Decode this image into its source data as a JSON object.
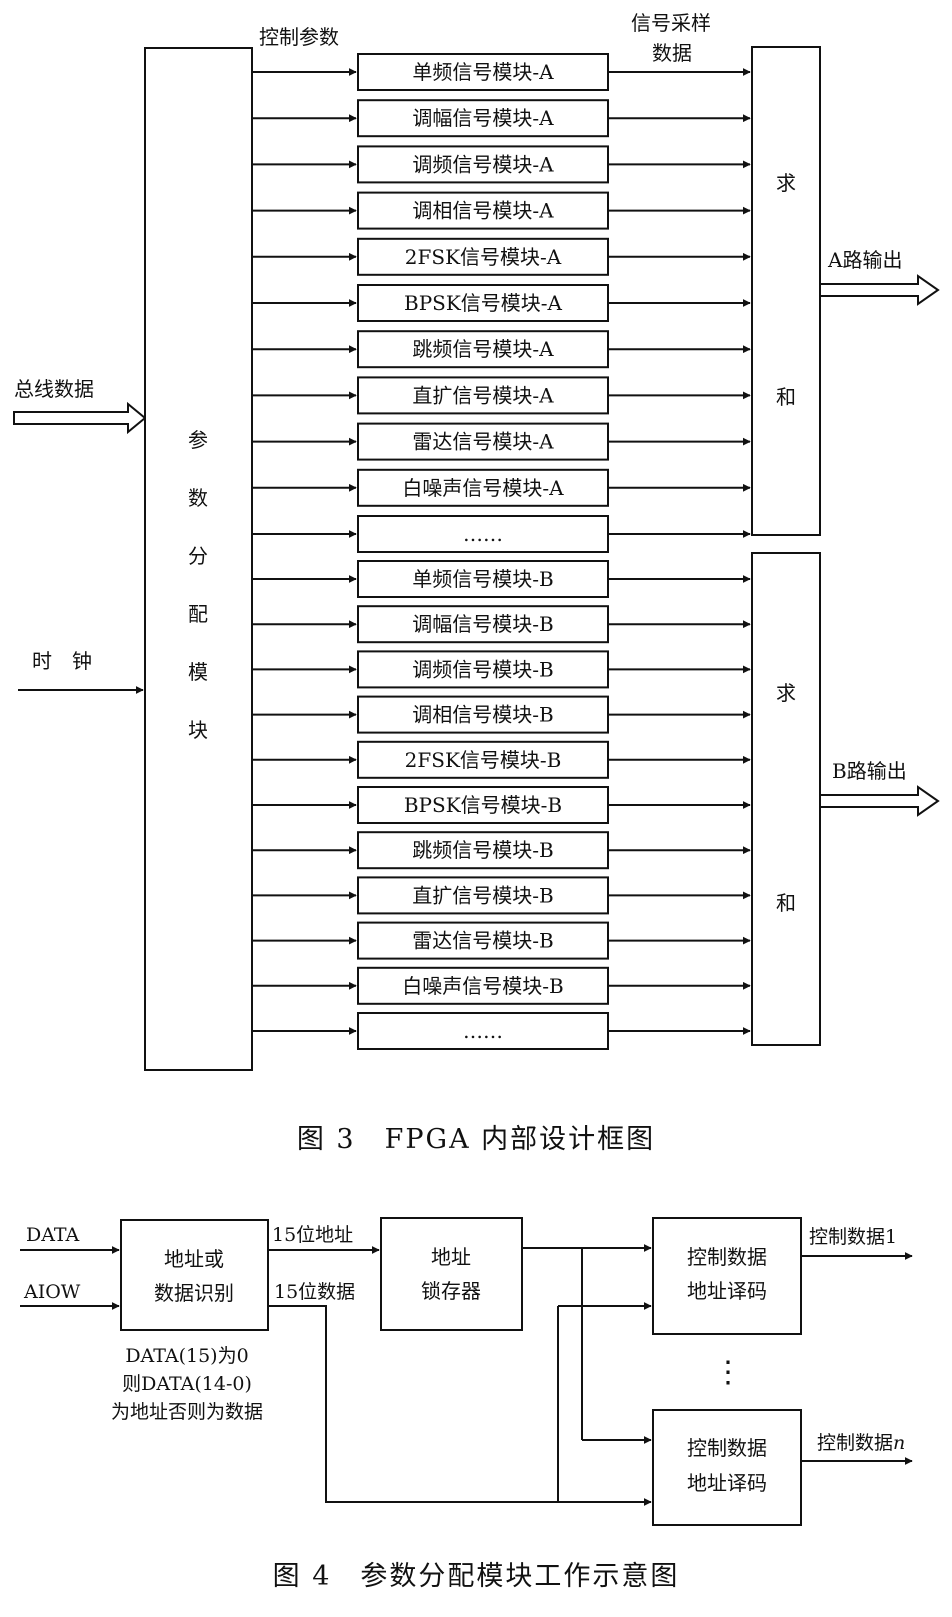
{
  "fig3": {
    "control_params_label": "控制参数",
    "sample_label_line1": "信号采样",
    "sample_label_line2": "数据",
    "bus_label": "总线数据",
    "clock_label": "时　钟",
    "param_module_chars": [
      "参",
      "数",
      "分",
      "配",
      "模",
      "块"
    ],
    "modules_a": [
      "单频信号模块-A",
      "调幅信号模块-A",
      "调频信号模块-A",
      "调相信号模块-A",
      "2FSK信号模块-A",
      "BPSK信号模块-A",
      "跳频信号模块-A",
      "直扩信号模块-A",
      "雷达信号模块-A",
      "白噪声信号模块-A",
      "……"
    ],
    "modules_b": [
      "单频信号模块-B",
      "调幅信号模块-B",
      "调频信号模块-B",
      "调相信号模块-B",
      "2FSK信号模块-B",
      "BPSK信号模块-B",
      "跳频信号模块-B",
      "直扩信号模块-B",
      "雷达信号模块-B",
      "白噪声信号模块-B",
      "……"
    ],
    "sum_char1": "求",
    "sum_char2": "和",
    "out_a": "A路输出",
    "out_b": "B路输出",
    "caption": "图 3　FPGA 内部设计框图"
  },
  "fig4": {
    "in_data": "DATA",
    "in_aiow": "AIOW",
    "id_box_line1": "地址或",
    "id_box_line2": "数据识别",
    "addr15": "15位地址",
    "data15": "15位数据",
    "note_line1": "DATA(15)为0",
    "note_line2": "则DATA(14-0)",
    "note_line3": "为地址否则为数据",
    "latch_line1": "地址",
    "latch_line2": "锁存器",
    "decoder_line1": "控制数据",
    "decoder_line2": "地址译码",
    "dots": "⋮",
    "out1": "控制数据1",
    "outn_prefix": "控制数据",
    "outn_suffix": "n",
    "caption": "图 4　参数分配模块工作示意图"
  }
}
